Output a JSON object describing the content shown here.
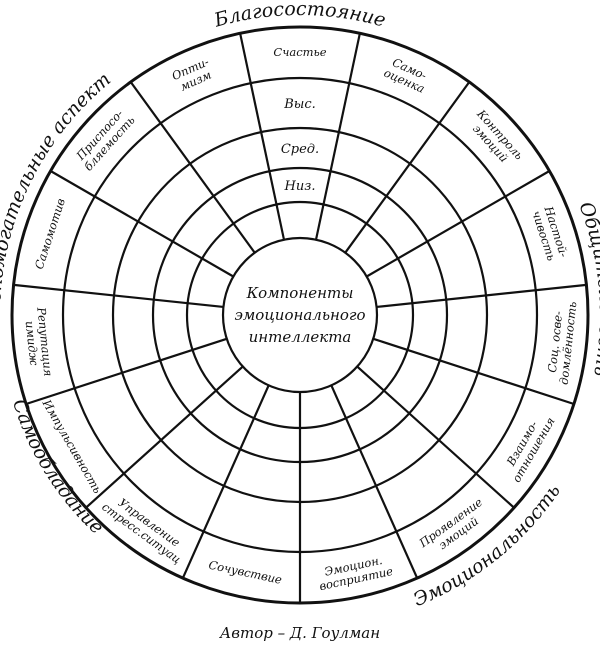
{
  "center": {
    "lines": [
      "Компоненты",
      "эмоционального",
      "интеллекта"
    ]
  },
  "levels": [
    "Выс.",
    "Сред.",
    "Низ."
  ],
  "groups": [
    "Благосостояние",
    "Общительность",
    "Эмоциональность",
    "Самообладание",
    "Вспомогательные аспекты"
  ],
  "segments": [
    {
      "id": "happiness",
      "lines": [
        "Счастье"
      ]
    },
    {
      "id": "self-esteem",
      "lines": [
        "Само-",
        "оценка"
      ]
    },
    {
      "id": "emotion-control",
      "lines": [
        "Контроль",
        "эмоций"
      ]
    },
    {
      "id": "assertiveness",
      "lines": [
        "Настой-",
        "чивость"
      ]
    },
    {
      "id": "social-awareness",
      "lines": [
        "Соц. осве-",
        "домлённость"
      ]
    },
    {
      "id": "relationships",
      "lines": [
        "Взаимо-",
        "отношения"
      ]
    },
    {
      "id": "emotion-expression",
      "lines": [
        "Проявление",
        "эмоций"
      ]
    },
    {
      "id": "emotion-perception",
      "lines": [
        "Эмоцион.",
        "восприятие"
      ]
    },
    {
      "id": "empathy",
      "lines": [
        "Сочувствие"
      ]
    },
    {
      "id": "stress-management",
      "lines": [
        "Управление",
        "стресс.ситуац"
      ]
    },
    {
      "id": "impulsivity",
      "lines": [
        "Импульсивность"
      ]
    },
    {
      "id": "reputation",
      "lines": [
        "Репутация",
        "имидж"
      ]
    },
    {
      "id": "self-motivation",
      "lines": [
        "Самомотив"
      ]
    },
    {
      "id": "adaptability",
      "lines": [
        "Приспосо-",
        "бляемость"
      ]
    },
    {
      "id": "optimism",
      "lines": [
        "Опти-",
        "мизм"
      ]
    }
  ],
  "author": "Автор – Д. Гоулман"
}
